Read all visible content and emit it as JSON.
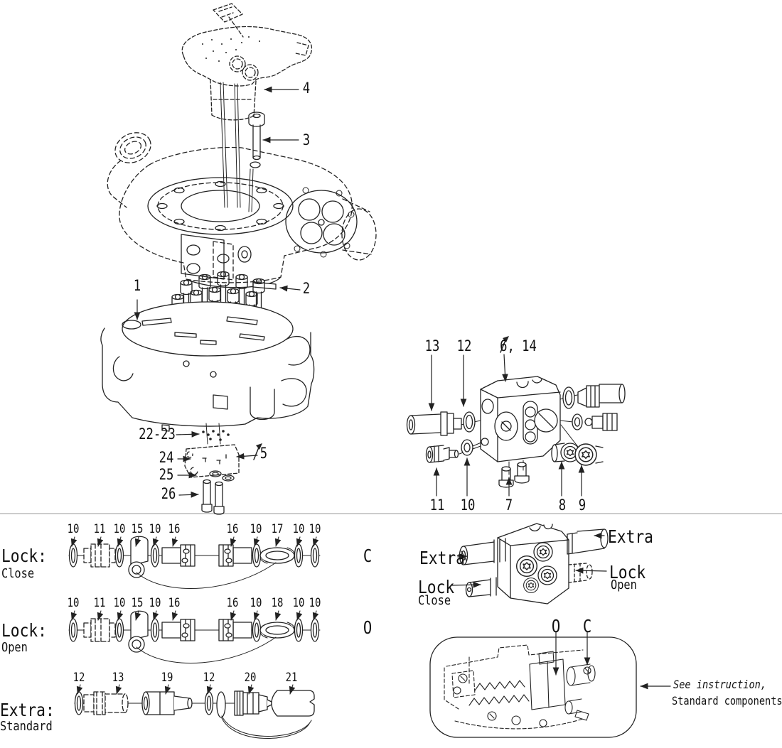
{
  "callouts": {
    "top": {
      "n1": "1",
      "n2": "2",
      "n3": "3",
      "n4": "4",
      "n5": "5",
      "n22_23": "22-23",
      "n24": "24",
      "n25": "25",
      "n26": "26"
    },
    "valve": {
      "n13": "13",
      "n12": "12",
      "n6_14": "6, 14",
      "n11": "11",
      "n10": "10",
      "n7": "7",
      "n8": "8",
      "n9": "9"
    }
  },
  "rows": [
    {
      "title": "Lock:",
      "subtitle": "Close",
      "letter": "C",
      "numbers": [
        "10",
        "11",
        "10",
        "15",
        "10",
        "16",
        "16",
        "10",
        "17",
        "10",
        "10"
      ]
    },
    {
      "title": "Lock:",
      "subtitle": "Open",
      "letter": "O",
      "numbers": [
        "10",
        "11",
        "10",
        "15",
        "10",
        "16",
        "16",
        "10",
        "18",
        "10",
        "10"
      ]
    },
    {
      "title": "Extra:",
      "subtitle": "Standard",
      "numbers": [
        "12",
        "13",
        "19",
        "12",
        "20",
        "21"
      ]
    }
  ],
  "connector_block": {
    "extra_left": "Extra",
    "extra_right": "Extra",
    "lock_left": "Lock",
    "lock_left_sub": "Close",
    "lock_right": "Lock",
    "lock_right_sub": "Open"
  },
  "instruction": {
    "o": "O",
    "c": "C",
    "line1": "See instruction,",
    "line2": "Standard components"
  },
  "colors": {
    "line": "#222222",
    "divider": "#bbbbbb",
    "background": "#ffffff"
  }
}
